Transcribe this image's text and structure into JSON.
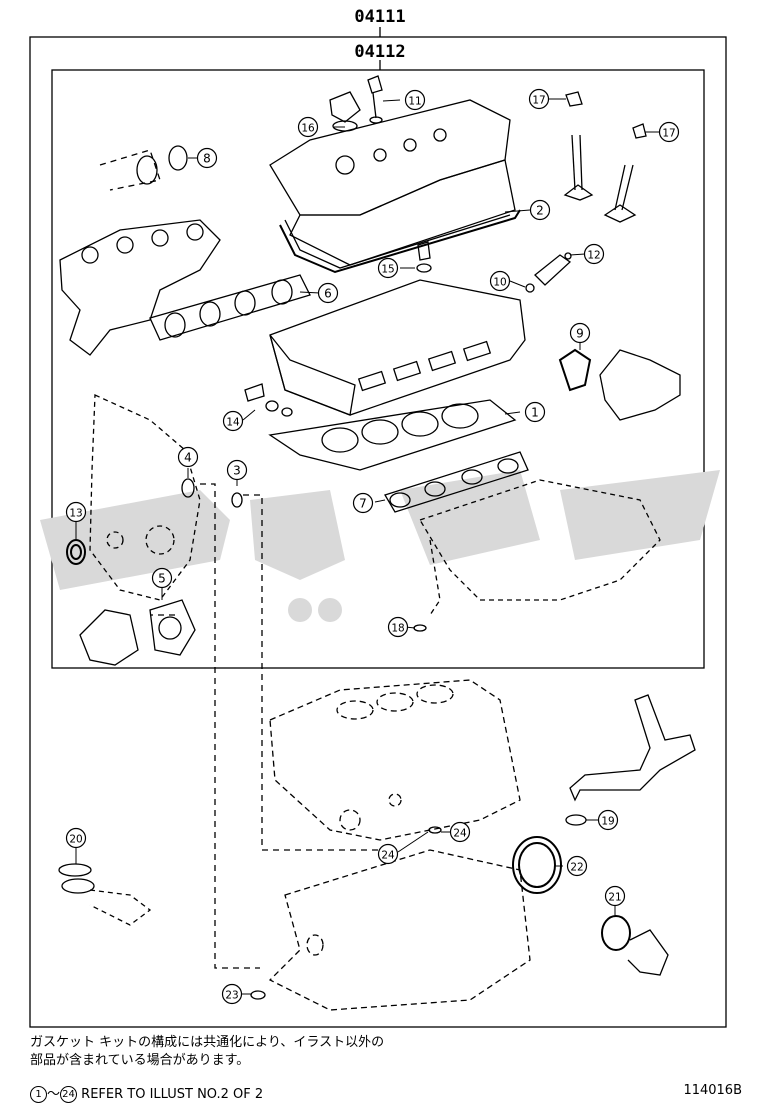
{
  "kit_codes": {
    "outer": "04111",
    "inner": "04112"
  },
  "callouts": [
    "1",
    "2",
    "3",
    "4",
    "5",
    "6",
    "7",
    "8",
    "9",
    "10",
    "11",
    "12",
    "13",
    "14",
    "15",
    "16",
    "17",
    "17",
    "18",
    "19",
    "20",
    "21",
    "22",
    "23",
    "24",
    "24"
  ],
  "note": {
    "line1": "ガスケット キットの構成には共通化により、イラスト以外の",
    "line2": "部品が含まれている場合があります。"
  },
  "reference": {
    "from": "1",
    "tilde": "～",
    "to": "24",
    "text": "REFER TO ILLUST NO.2 OF 2"
  },
  "illustration_code": "114016B",
  "colors": {
    "line": "#000000",
    "watermark": "#d9d9d9"
  }
}
